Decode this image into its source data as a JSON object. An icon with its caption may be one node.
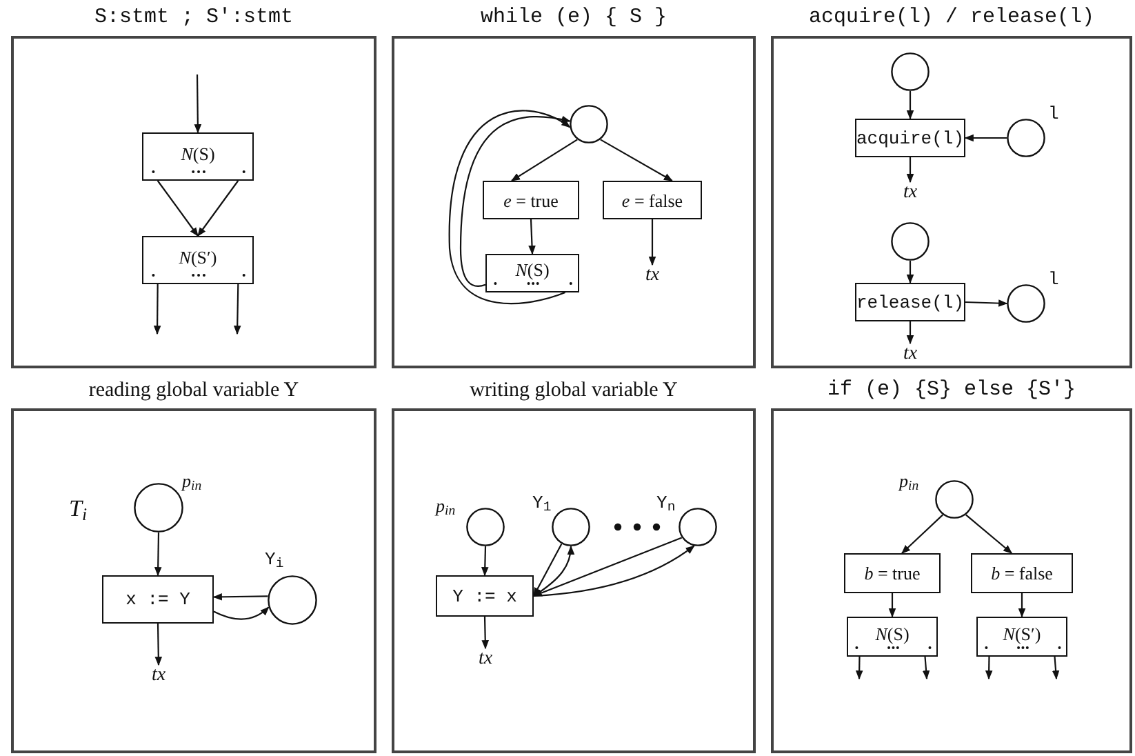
{
  "diagram": {
    "nodes": [
      {
        "text": [
          "S:stmt ; S':stmt"
        ]
      },
      {
        "text": [
          "*N*(S)"
        ],
        "in": 0
      },
      {
        "text": [
          "*N*(S′)"
        ],
        "in": 0
      },
      {
        "text": [
          "while (e) { S }"
        ]
      },
      {
        "text": [],
        "shape": "circle",
        "in": 3
      },
      {
        "text": [
          "*e* = true"
        ],
        "in": 3
      },
      {
        "text": [
          "*e* = false"
        ],
        "in": 3
      },
      {
        "text": [
          "*N*(S)"
        ],
        "in": 3
      },
      {
        "text": [
          "tx"
        ],
        "in": 3
      },
      {
        "text": [
          "acquire(l) / release(l)"
        ]
      },
      {
        "text": [],
        "shape": "circle",
        "in": 9
      },
      {
        "text": [
          "acquire(l)"
        ],
        "in": 9
      },
      {
        "text": [],
        "shape": "circle",
        "in": 9,
        "beside": [
          "l"
        ]
      },
      {
        "text": [
          "tx"
        ],
        "in": 9
      },
      {
        "text": [],
        "shape": "circle",
        "in": 9
      },
      {
        "text": [
          "release(l)"
        ],
        "in": 9
      },
      {
        "text": [],
        "shape": "circle",
        "in": 9,
        "beside": [
          "l"
        ]
      },
      {
        "text": [
          "tx"
        ],
        "in": 9
      },
      {
        "text": [
          "reading global variable Y"
        ]
      },
      {
        "text": [],
        "shape": "circle",
        "in": 18,
        "beside": [
          "p$_{in}$"
        ]
      },
      {
        "text": [
          "x := Y"
        ],
        "in": 18
      },
      {
        "text": [],
        "shape": "circle",
        "in": 18,
        "beside": [
          "Y$_{i}$"
        ]
      },
      {
        "text": [
          "tx"
        ],
        "in": 18
      },
      {
        "text": [
          "writing global variable Y"
        ]
      },
      {
        "text": [],
        "shape": "circle",
        "in": 23,
        "beside": [
          "p$_{in}$"
        ]
      },
      {
        "text": [],
        "shape": "circle",
        "in": 23,
        "beside": [
          "Y$_{1}$"
        ]
      },
      {
        "text": [],
        "shape": "circle",
        "in": 23,
        "beside": [
          "Y$_{n}$"
        ]
      },
      {
        "text": [
          "Y := x"
        ],
        "in": 23
      },
      {
        "text": [
          "tx"
        ],
        "in": 23
      },
      {
        "text": [
          "if (e) {S} else {S'}"
        ]
      },
      {
        "text": [],
        "shape": "circle",
        "in": 29,
        "beside": [
          "p$_{in}$"
        ]
      },
      {
        "text": [
          "*b* = true"
        ],
        "in": 29
      },
      {
        "text": [
          "*b* = false"
        ],
        "in": 29
      },
      {
        "text": [
          "*N*(S)"
        ],
        "in": 29
      },
      {
        "text": [
          "*N*(S′)"
        ],
        "in": 29
      }
    ],
    "edges": [
      {
        "from": null,
        "to": 1,
        "arrow": "to"
      },
      {
        "from": 1,
        "to": 2,
        "arrow": "to"
      },
      {
        "from": 1,
        "to": 2,
        "arrow": "to"
      },
      {
        "from": 2,
        "to": null,
        "arrow": "to"
      },
      {
        "from": 2,
        "to": null,
        "arrow": "to"
      },
      {
        "from": 4,
        "to": 5,
        "arrow": "to"
      },
      {
        "from": 4,
        "to": 6,
        "arrow": "to"
      },
      {
        "from": 5,
        "to": 7,
        "arrow": "to"
      },
      {
        "from": 6,
        "to": 8,
        "arrow": "to"
      },
      {
        "from": 7,
        "to": 4,
        "arrow": "to"
      },
      {
        "from": 7,
        "to": 4,
        "arrow": "to"
      },
      {
        "from": 10,
        "to": 11,
        "arrow": "to"
      },
      {
        "from": 12,
        "to": 11,
        "arrow": "to"
      },
      {
        "from": 11,
        "to": 13,
        "arrow": "to"
      },
      {
        "from": 14,
        "to": 15,
        "arrow": "to"
      },
      {
        "from": 15,
        "to": 16,
        "arrow": "to"
      },
      {
        "from": 15,
        "to": 17,
        "arrow": "to"
      },
      {
        "from": 19,
        "to": 20,
        "arrow": "to"
      },
      {
        "from": 21,
        "to": 20,
        "arrow": "to"
      },
      {
        "from": 20,
        "to": 21,
        "arrow": "to"
      },
      {
        "from": 20,
        "to": 22,
        "arrow": "to"
      },
      {
        "from": 24,
        "to": 27,
        "arrow": "to"
      },
      {
        "from": 25,
        "to": 27,
        "arrow": "to"
      },
      {
        "from": 27,
        "to": 25,
        "arrow": "to"
      },
      {
        "from": 26,
        "to": 27,
        "arrow": "to"
      },
      {
        "from": 27,
        "to": 26,
        "arrow": "to"
      },
      {
        "from": 27,
        "to": 28,
        "arrow": "to"
      },
      {
        "from": 30,
        "to": 31,
        "arrow": "to"
      },
      {
        "from": 30,
        "to": 32,
        "arrow": "to"
      },
      {
        "from": 31,
        "to": 33,
        "arrow": "to"
      },
      {
        "from": 32,
        "to": 34,
        "arrow": "to"
      },
      {
        "from": 33,
        "to": null,
        "arrow": "to"
      },
      {
        "from": 33,
        "to": null,
        "arrow": "to"
      },
      {
        "from": 34,
        "to": null,
        "arrow": "to"
      },
      {
        "from": 34,
        "to": null,
        "arrow": "to"
      }
    ],
    "labels": [
      "*T*$_{i}$"
    ]
  }
}
